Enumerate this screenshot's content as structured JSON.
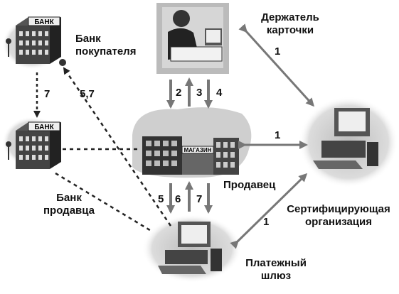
{
  "nodes": {
    "buyer_bank": {
      "label_line1": "Банк",
      "label_line2": "покупателя",
      "sign": "БАНК"
    },
    "seller_bank": {
      "label_line1": "Банк",
      "label_line2": "продавца",
      "sign": "БАНК"
    },
    "cardholder": {
      "label_line1": "Держатель",
      "label_line2": "карточки"
    },
    "merchant": {
      "label": "Продавец",
      "sign": "МАГАЗИН"
    },
    "certification_authority": {
      "label_line1": "Сертифицирующая",
      "label_line2": "организация"
    },
    "payment_gateway": {
      "label_line1": "Платежный",
      "label_line2": "шлюз"
    }
  },
  "flow_numbers": {
    "bank_link": "7",
    "buyer_bank_gateway": "5,7",
    "cardholder_merchant": [
      "2",
      "3",
      "4"
    ],
    "cardholder_ca": "1",
    "merchant_ca": "1",
    "gateway_ca": "1",
    "merchant_gateway": [
      "5",
      "6",
      "7"
    ]
  },
  "colors": {
    "line": "#222222",
    "arrow_gray": "#7a7a7a",
    "halo": "#c8c8c8"
  }
}
